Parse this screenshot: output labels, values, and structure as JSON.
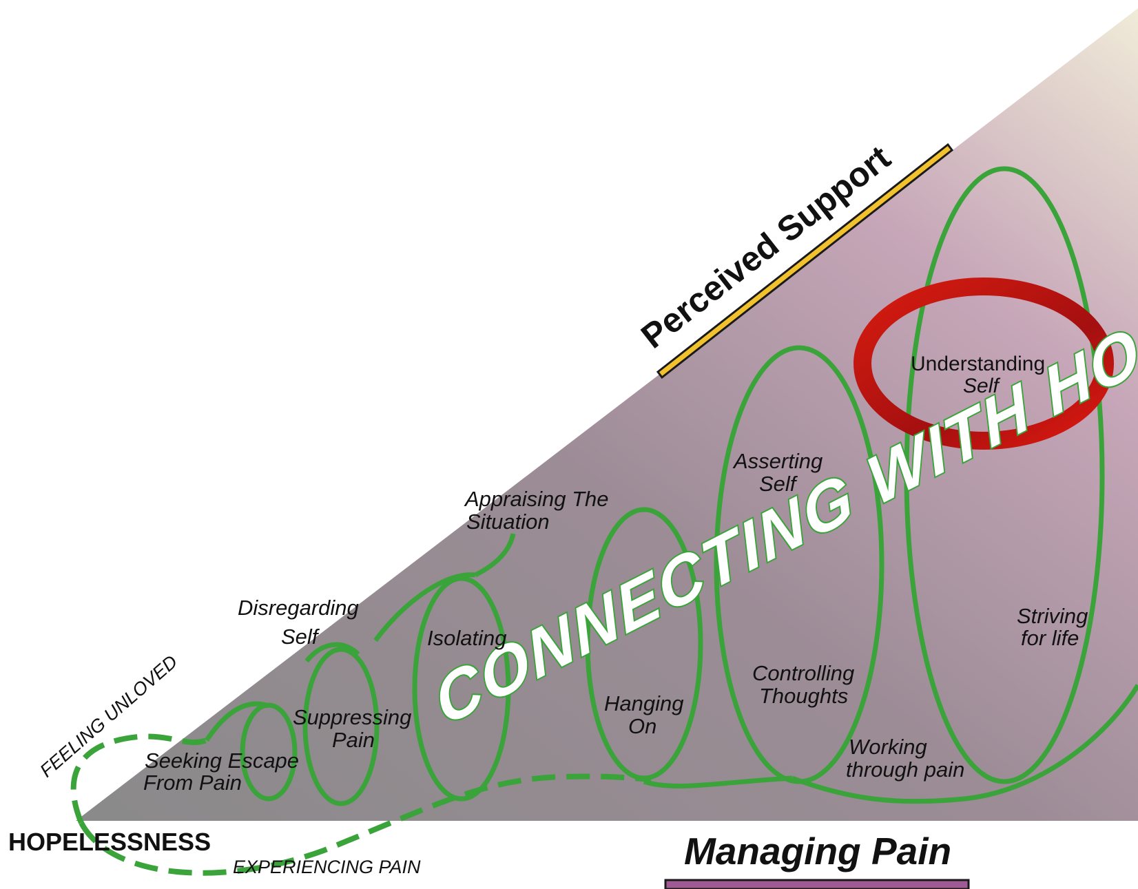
{
  "diagram": {
    "start_label": "HOPELESSNESS",
    "lower_path_label": "EXPERIENCING PAIN",
    "upper_path_label": "FEELING UNLOVED",
    "slope_label": "Perceived Support",
    "bottom_label": "Managing Pain",
    "theme_label": "CONNECTING WITH HOPE",
    "stages": {
      "seeking_escape": [
        "Seeking Escape",
        "From Pain"
      ],
      "disregarding_self": [
        "Disregarding",
        "Self"
      ],
      "suppressing_pain": [
        "Suppressing",
        "Pain"
      ],
      "isolating": [
        "Isolating"
      ],
      "appraising": [
        "Appraising The",
        "Situation"
      ],
      "hanging_on": [
        "Hanging",
        "On"
      ],
      "asserting_self": [
        "Asserting",
        "Self"
      ],
      "controlling_thoughts": [
        "Controlling",
        "Thoughts"
      ],
      "working_through_pain": [
        "Working",
        "through pain"
      ],
      "understanding_self": [
        "Understanding",
        "Self"
      ],
      "striving_for_life": [
        "Striving",
        "for life"
      ]
    },
    "highlighted_stage": "Understanding Self",
    "colors": {
      "loop_green": "#3aa33a",
      "wedge_gray": "#8f8a8d",
      "wedge_pink": "#c9a7b8",
      "support_bar": "#f2c12e",
      "highlight_ring": "#c4150f",
      "bottom_bar": "#a05a93"
    }
  }
}
